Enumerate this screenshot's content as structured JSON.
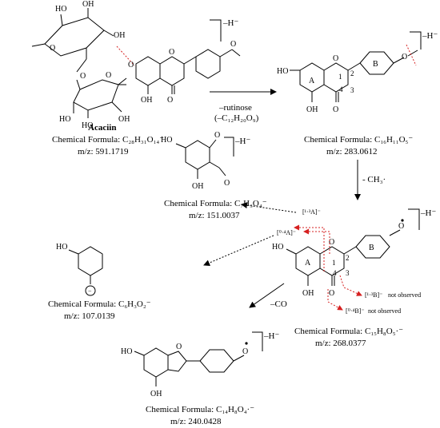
{
  "acacetin": {
    "name": "Acaciin",
    "formula": "Chemical Formula: C₂₈H₃₁O₁₄⁻",
    "mz": "m/z: 591.1719",
    "charge": "–H⁻"
  },
  "step1": {
    "line1": "–rutinose",
    "line2": "(–C₁₂H₂₀O₉)"
  },
  "acacetin_aglycone": {
    "formula": "Chemical Formula: C₁₆H₁₁O₅⁻",
    "mz": "m/z: 283.0612",
    "charge": "–H⁻"
  },
  "step2": {
    "label": "- CH₃·"
  },
  "radical": {
    "formula": "Chemical Formula: C₁₅H₈O₅·⁻",
    "mz": "m/z: 268.0377",
    "charge": "–H⁻"
  },
  "frag13A": {
    "label": "[¹·³A]⁻",
    "formula": "Chemical Formula: C₇H₃O₄⁻",
    "mz": "m/z: 151.0037",
    "charge": "–H⁻"
  },
  "frag04A": {
    "label": "[⁰·⁴A]⁻",
    "formula": "Chemical Formula: C₆H₃O₂⁻",
    "mz": "m/z: 107.0139"
  },
  "frag13B": {
    "label": "[¹·³B]⁻",
    "note": "not observed"
  },
  "frag04B": {
    "label": "[⁰·⁴B]⁻",
    "note": "not observed"
  },
  "step3": {
    "label": "–CO"
  },
  "frag_co": {
    "formula": "Chemical Formula: C₁₄H₈O₄·⁻",
    "mz": "m/z: 240.0428",
    "charge": "–H⁻"
  },
  "atoms": {
    "ho": "HO",
    "oh": "OH",
    "o": "O",
    "ring_a": "A",
    "ring_b": "B",
    "n1": "1",
    "n2": "2",
    "n3": "3",
    "n4": "4"
  }
}
